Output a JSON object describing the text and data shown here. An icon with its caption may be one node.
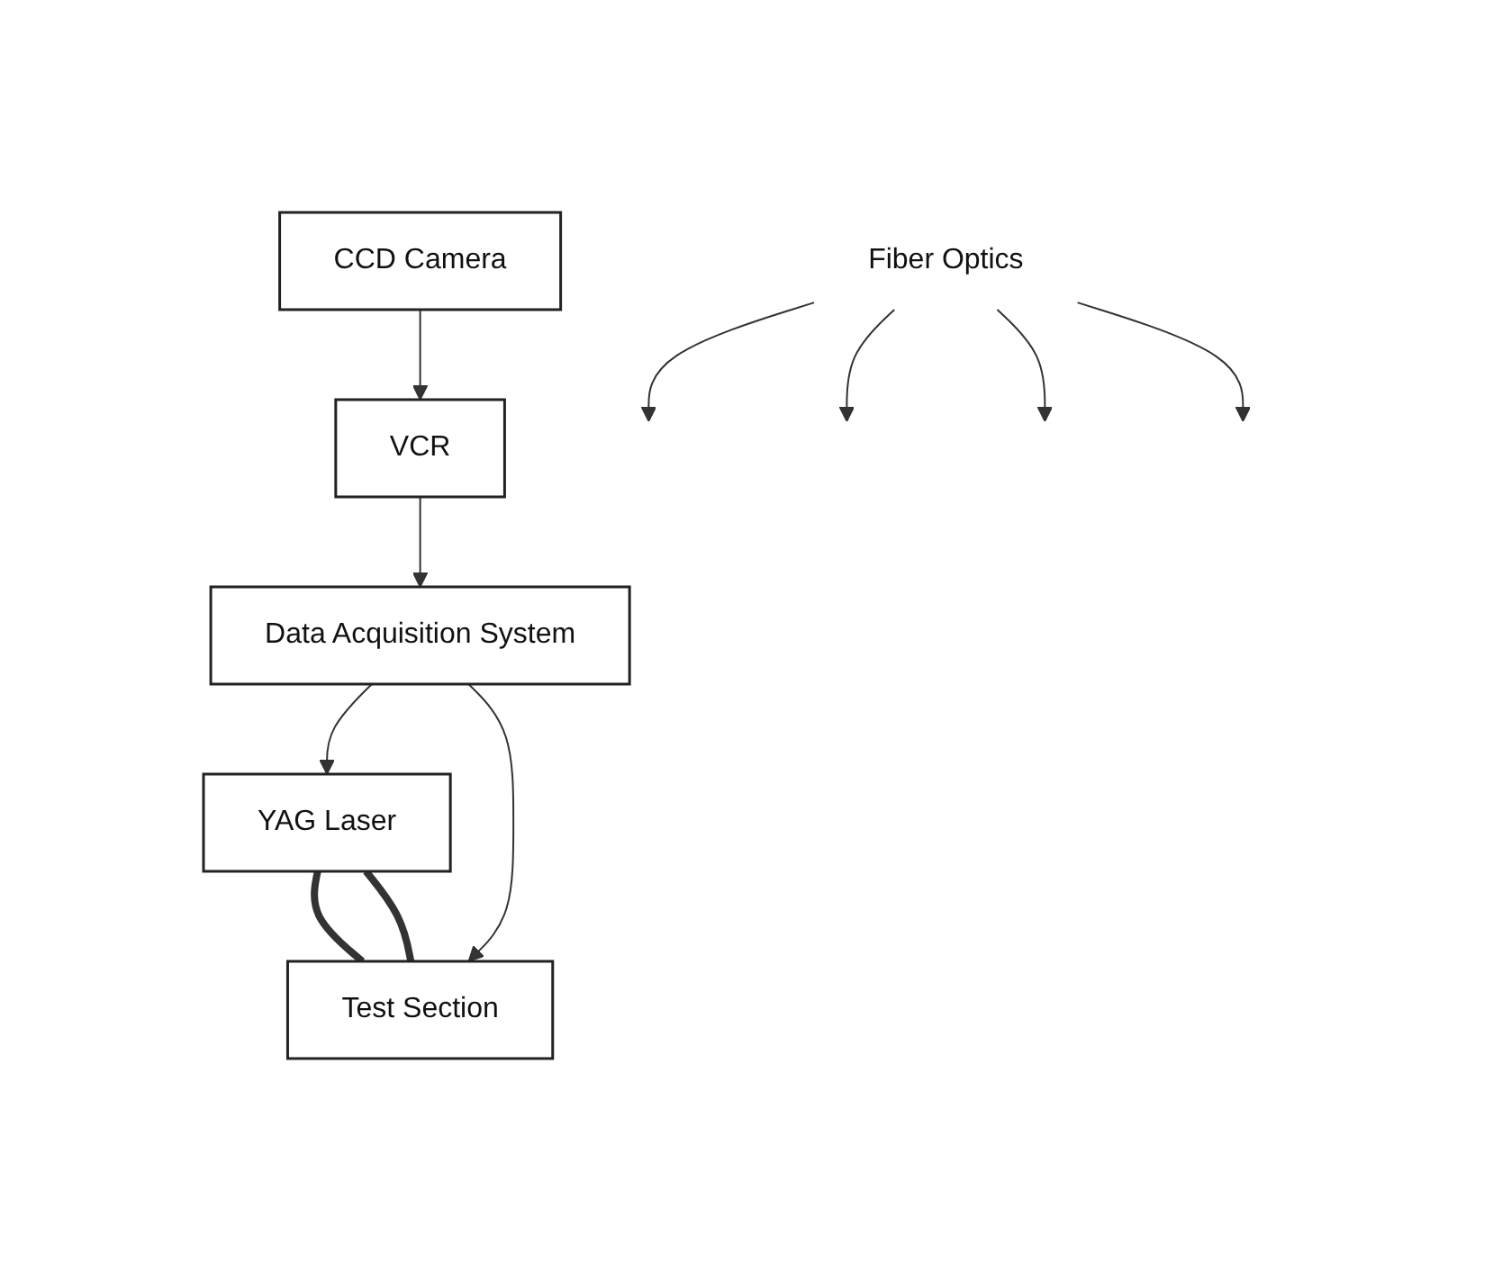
{
  "diagram": {
    "nodes": [
      {
        "text": [
          "Fiber Optics"
        ]
      },
      {
        "text": [
          "YAG Laser"
        ]
      },
      {
        "text": [
          "Test Section"
        ]
      },
      {
        "text": [
          "CCD Camera"
        ]
      },
      {
        "text": [
          "Data Acquisition System"
        ]
      },
      {
        "text": [
          "VCR"
        ]
      }
    ],
    "edges": [
      {
        "from": 1,
        "to": 2,
        "arrow": "none",
        "style": "thick"
      },
      {
        "from": 1,
        "to": 2,
        "arrow": "none",
        "style": "thick"
      },
      {
        "from": 4,
        "to": 1,
        "arrow": "to"
      },
      {
        "from": 4,
        "to": 2,
        "arrow": "to"
      },
      {
        "from": 5,
        "to": 4,
        "arrow": "to"
      },
      {
        "from": 3,
        "to": 5,
        "arrow": "to"
      },
      {
        "from": 0,
        "to": null,
        "arrow": "to"
      },
      {
        "from": 0,
        "to": null,
        "arrow": "to"
      },
      {
        "from": 0,
        "to": null,
        "arrow": "to"
      },
      {
        "from": 0,
        "to": null,
        "arrow": "to"
      }
    ]
  }
}
